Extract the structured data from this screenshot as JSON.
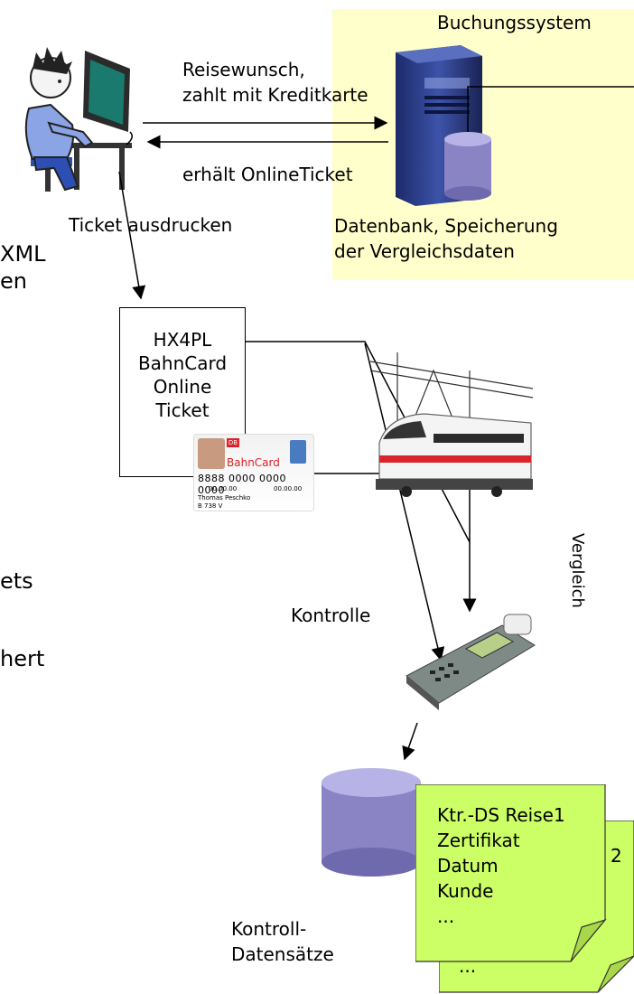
{
  "booking": {
    "title": "Buchungssystem",
    "database_label_1": "Datenbank, Speicherung",
    "database_label_2": "der Vergleichsdaten"
  },
  "arrows": {
    "request_1": "Reisewunsch,",
    "request_2": "zahlt mit Kreditkarte",
    "receives": "erhält OnlineTicket",
    "print": "Ticket ausdrucken"
  },
  "ticket": {
    "lines": [
      "HX4PL",
      "BahnCard",
      "Online",
      "Ticket"
    ]
  },
  "bahncard": {
    "logo": "DB",
    "title": "BahnCard",
    "number": "8888 0000 0000 0000",
    "valid_from": "00.00.00",
    "valid_to": "00.00.00",
    "holder": "Thomas Peschko",
    "code": "B 738 V"
  },
  "labels": {
    "control": "Kontrolle",
    "control_records_1": "Kontroll-",
    "control_records_2": "Datensätze",
    "compare": "Vergleich"
  },
  "left_fragments": [
    "XML",
    "en",
    "ets",
    "hert"
  ],
  "records": {
    "front": [
      "Ktr.-DS Reise1",
      "Zertifikat",
      "Datum",
      "Kunde",
      "..."
    ],
    "back_suffix": "2",
    "back_ellipsis": "..."
  },
  "colors": {
    "booking_bg": "#ffffcc",
    "note_bg": "#ccff66",
    "cylinder": "#8a84c4",
    "train_red": "#d8242a"
  }
}
